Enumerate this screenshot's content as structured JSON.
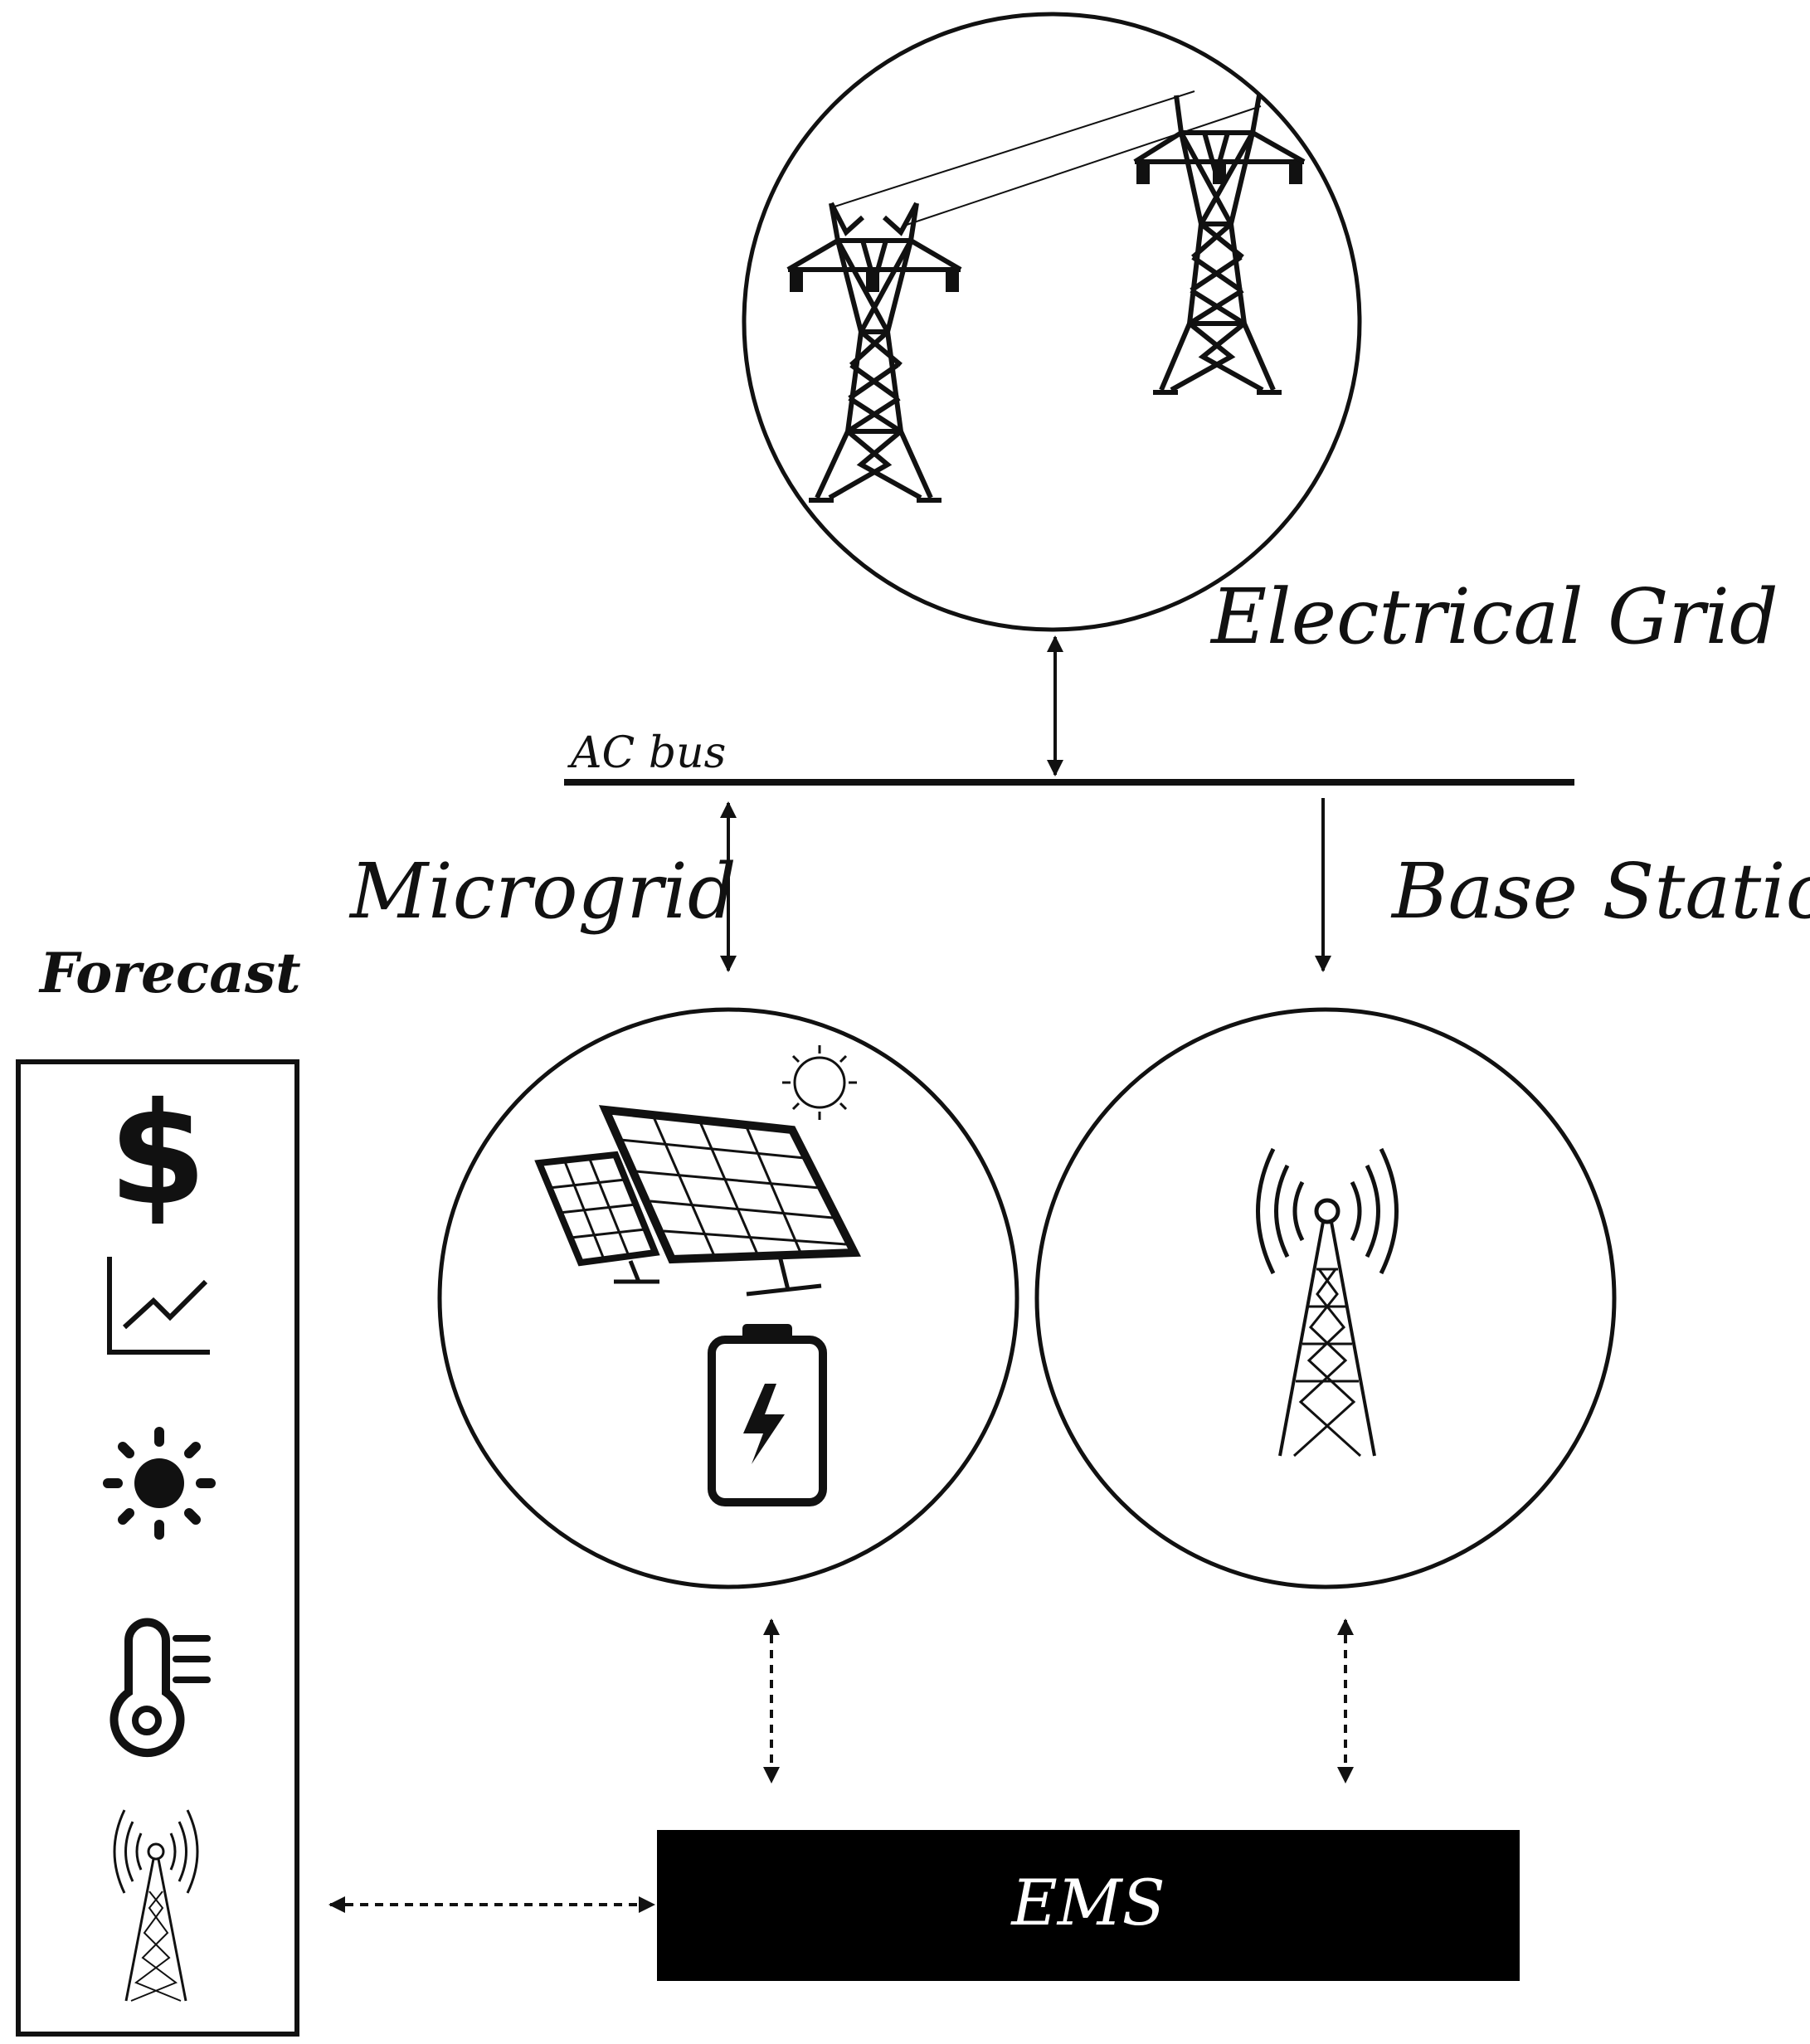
{
  "labels": {
    "electrical_grid": "Electrical Grid",
    "ac_bus": "AC bus",
    "microgrid": "Microgrid",
    "base_station": "Base Station",
    "forecast": "Forecast",
    "ems": "EMS",
    "dollar_symbol": "$"
  },
  "icons": {
    "grid": "transmission-tower-icon",
    "microgrid": [
      "solar-panel-icon",
      "sun-icon",
      "battery-charging-icon"
    ],
    "base_station": "cell-tower-icon",
    "forecast": [
      "dollar-icon",
      "line-chart-icon",
      "sun-icon",
      "thermometer-icon",
      "cell-tower-icon"
    ]
  },
  "colors": {
    "stroke": "#111111",
    "ems_fill": "#000000",
    "ems_text": "#ffffff",
    "background": "#ffffff"
  }
}
